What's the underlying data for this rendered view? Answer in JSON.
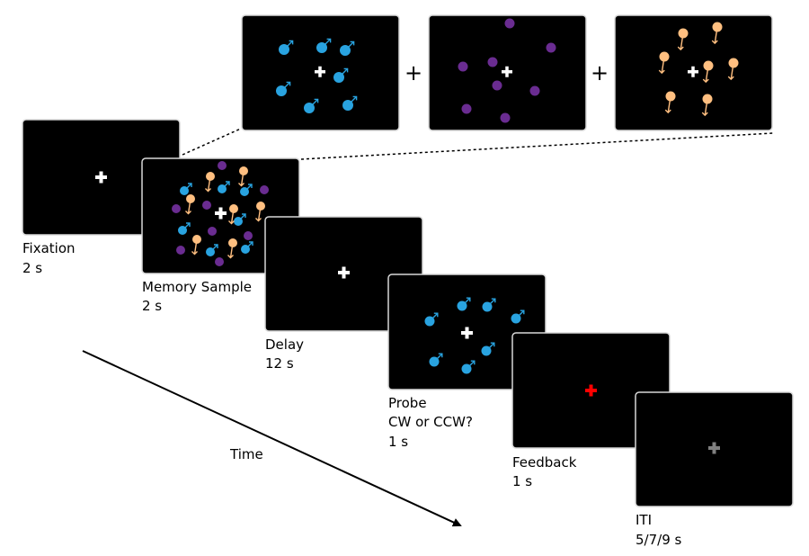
{
  "colors": {
    "screen": "#000000",
    "cross_white": "#ffffff",
    "cross_feedback": "#ff0000",
    "cross_iti": "#808080",
    "blue_dot": "#29a3e0",
    "orange_dot": "#ffbf80",
    "purple_dot": "#6a2c91"
  },
  "stimulus_sets": {
    "plus_1": "+",
    "plus_2": "+"
  },
  "stages": [
    {
      "name": "Fixation",
      "duration": "2 s"
    },
    {
      "name": "Memory Sample",
      "duration": "2 s"
    },
    {
      "name": "Delay",
      "duration": "12 s"
    },
    {
      "name": "Probe",
      "question": "CW or CCW?",
      "duration": "1 s"
    },
    {
      "name": "Feedback",
      "duration": "1 s"
    },
    {
      "name": "ITI",
      "duration": "5/7/9 s"
    }
  ],
  "time_label": "Time"
}
